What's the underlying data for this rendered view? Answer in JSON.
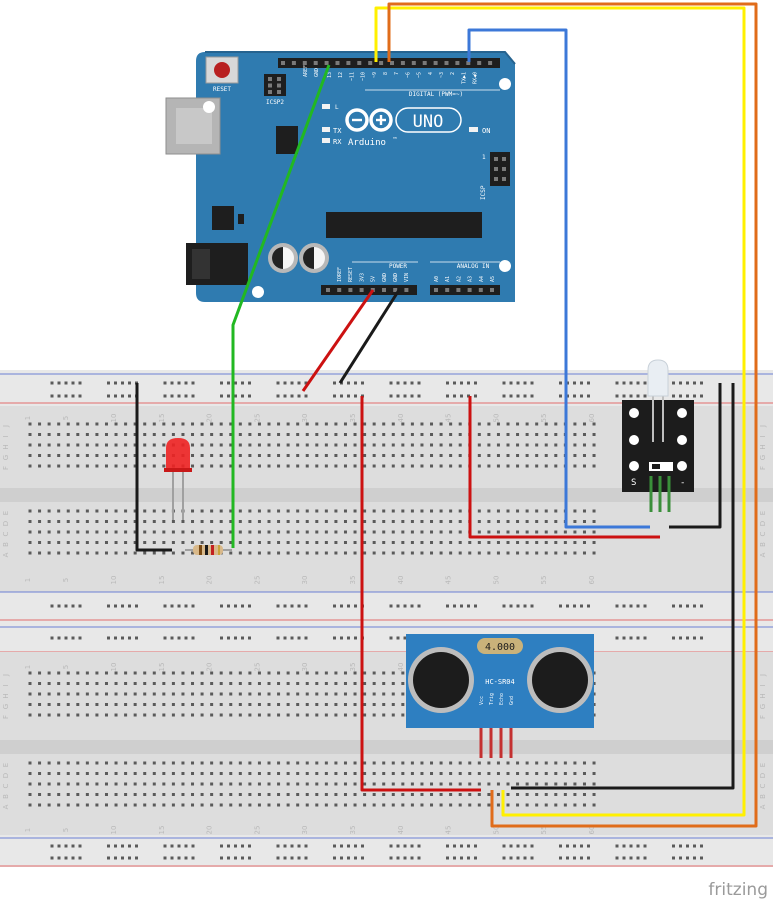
{
  "arduino": {
    "reset_label": "RESET",
    "icsp2_label": "ICSP2",
    "aref_label": "AREF",
    "gnd_label": "GND",
    "digital_pin_numbers": [
      "13",
      "12",
      "~11",
      "~10",
      "~9",
      "8",
      "7",
      "~6",
      "~5",
      "4",
      "~3",
      "2",
      "TX▶1",
      "RX◀0"
    ],
    "digital_label": "DIGITAL (PWM=~)",
    "uno_label": "UNO",
    "brand_label": "Arduino",
    "tm_label": "TM",
    "l_label": "L",
    "tx_label": "TX",
    "rx_label": "RX",
    "on_label": "ON",
    "icsp_label": "ICSP",
    "icsp_pin_label": "1",
    "power_label": "POWER",
    "power_pins": [
      "IOREF",
      "RESET",
      "3V3",
      "5V",
      "GND",
      "GND",
      "VIN"
    ],
    "analog_label": "ANALOG IN",
    "analog_pins": [
      "A0",
      "A1",
      "A2",
      "A3",
      "A4",
      "A5"
    ]
  },
  "breadboard": {
    "column_numbers": [
      "1",
      "5",
      "10",
      "15",
      "20",
      "25",
      "30",
      "35",
      "40",
      "45",
      "50",
      "55",
      "60"
    ],
    "row_letters_top": [
      "J",
      "I",
      "H",
      "G",
      "F"
    ],
    "row_letters_bottom": [
      "E",
      "D",
      "C",
      "B",
      "A"
    ]
  },
  "ir_module": {
    "label_s": "S",
    "label_minus": "-"
  },
  "ultrasonic": {
    "crystal_label": "4.000",
    "model_label": "HC-SR04",
    "pin_labels": [
      "Vcc",
      "Trig",
      "Echo",
      "Gnd"
    ]
  },
  "colors": {
    "board_blue": "#2f7bb0",
    "wire_green": "#22b822",
    "wire_yellow": "#fff000",
    "wire_orange": "#e06c1a",
    "wire_blue": "#3c78d8",
    "wire_red": "#cc1111",
    "wire_black": "#1a1a1a",
    "led_red": "#ee2222"
  },
  "watermark": "fritzing"
}
